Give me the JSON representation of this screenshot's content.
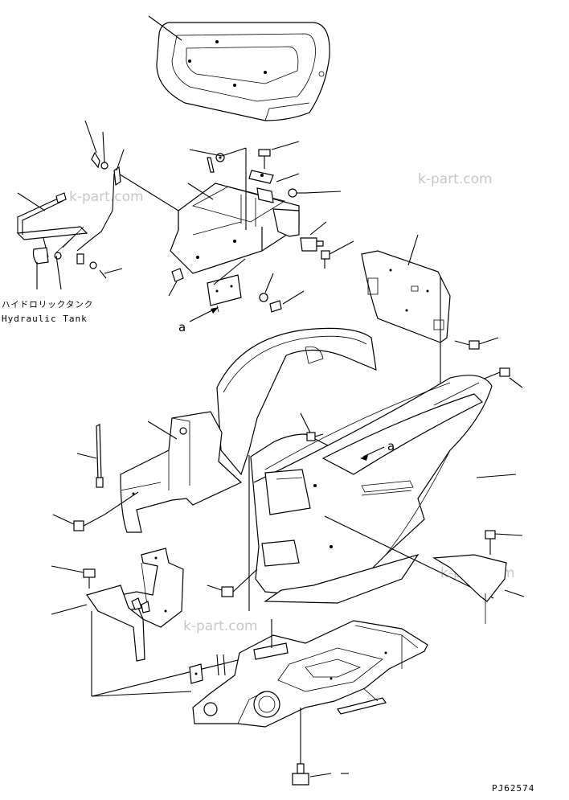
{
  "diagram": {
    "labels": {
      "tank_jp": "ハイドロリックタンク",
      "tank_en": "Hydraulic Tank",
      "view_a1": "a",
      "view_a2": "a",
      "code": "PJ62574"
    },
    "watermarks": [
      "k-part.com",
      "k-part.com",
      "k-part.com",
      "k-part.com"
    ],
    "colors": {
      "ink": "#000000",
      "watermark": "#c8c8c8",
      "background": "#ffffff"
    }
  }
}
